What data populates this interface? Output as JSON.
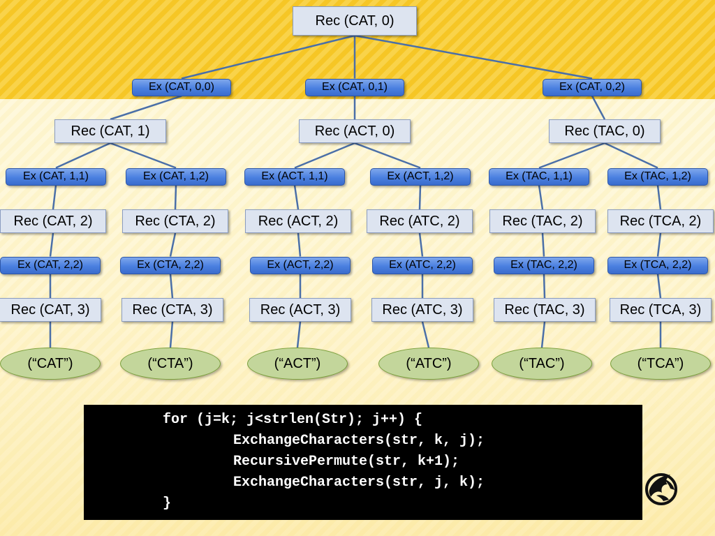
{
  "tree": {
    "root": "Rec (CAT, 0)",
    "level1_ex": [
      "Ex (CAT, 0,0)",
      "Ex (CAT, 0,1)",
      "Ex (CAT, 0,2)"
    ],
    "level1_rec": [
      "Rec (CAT, 1)",
      "Rec (ACT, 0)",
      "Rec (TAC, 0)"
    ],
    "level2_ex": [
      "Ex (CAT, 1,1)",
      "Ex (CAT, 1,2)",
      "Ex (ACT, 1,1)",
      "Ex (ACT, 1,2)",
      "Ex (TAC, 1,1)",
      "Ex (TAC, 1,2)"
    ],
    "level2_rec": [
      "Rec (CAT, 2)",
      "Rec (CTA, 2)",
      "Rec (ACT, 2)",
      "Rec (ATC, 2)",
      "Rec (TAC, 2)",
      "Rec (TCA, 2)"
    ],
    "level3_ex": [
      "Ex (CAT, 2,2)",
      "Ex (CTA, 2,2)",
      "Ex (ACT, 2,2)",
      "Ex (ATC, 2,2)",
      "Ex (TAC, 2,2)",
      "Ex (TCA, 2,2)"
    ],
    "level3_rec": [
      "Rec (CAT, 3)",
      "Rec (CTA, 3)",
      "Rec (ACT, 3)",
      "Rec (ATC, 3)",
      "Rec (TAC, 3)",
      "Rec (TCA, 3)"
    ],
    "leaves": [
      "(“CAT”)",
      "(“CTA”)",
      "(“ACT”)",
      "(“ATC”)",
      "(“TAC”)",
      "(“TCA”)"
    ]
  },
  "code": {
    "lines": [
      "for (j=k; j<strlen(Str); j++) {",
      "ExchangeCharacters(str, k, j);",
      "RecursivePermute(str, k+1);",
      "ExchangeCharacters(str, j, k);",
      "}"
    ]
  },
  "colors": {
    "rec_fill": "#dde4f0",
    "ex_fill": "#4a7fe0",
    "leaf_fill": "#c3d69b",
    "edge": "#4a6fa8",
    "background_top": "#f7c928",
    "background_bottom": "#fdf3c4",
    "code_background": "#000000"
  },
  "logo": {
    "icon": "pegasus-logo-icon"
  }
}
